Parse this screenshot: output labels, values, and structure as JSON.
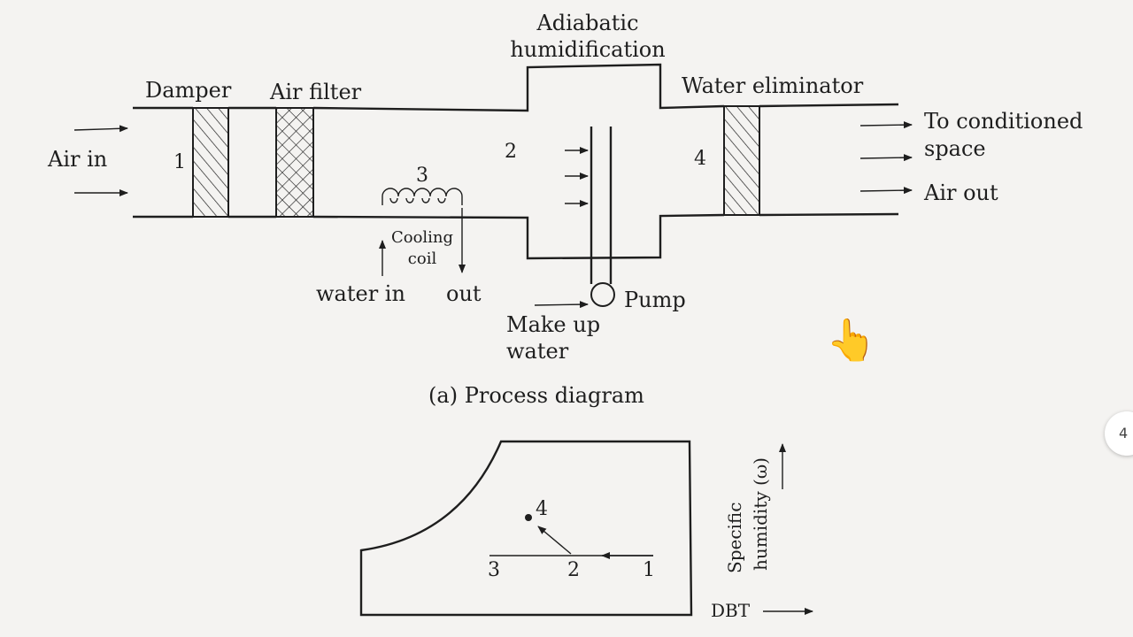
{
  "process": {
    "damper": "Damper",
    "air_filter": "Air filter",
    "adiabatic_line1": "Adiabatic",
    "adiabatic_line2": "humidification",
    "water_eliminator": "Water eliminator",
    "air_in": "Air in",
    "to_conditioned_line1": "To conditioned",
    "to_conditioned_line2": "space",
    "air_out": "Air out",
    "state1": "1",
    "state2": "2",
    "state3": "3",
    "state4": "4",
    "cooling_line1": "Cooling",
    "cooling_line2": "coil",
    "water_in": "water in",
    "out": "out",
    "pump": "Pump",
    "makeup_line1": "Make up",
    "makeup_line2": "water",
    "caption": "(a) Process diagram"
  },
  "psychro": {
    "point1": "1",
    "point2": "2",
    "point3": "3",
    "point4": "4",
    "ylabel_line1": "Specific",
    "ylabel_line2": "humidity (ω)",
    "xlabel": "DBT"
  },
  "overlay": {
    "pointer": "👆",
    "side_tab": "4"
  }
}
